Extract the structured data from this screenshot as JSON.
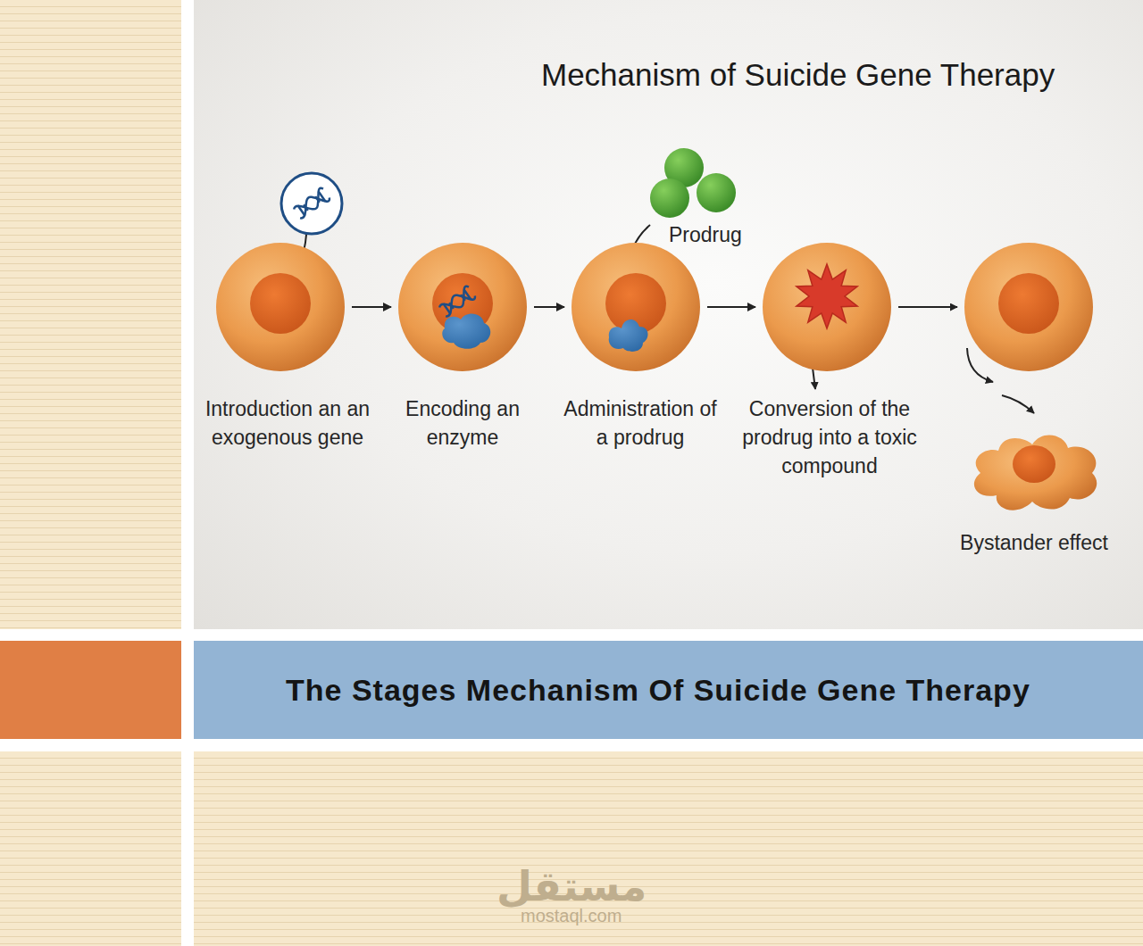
{
  "diagram": {
    "title": "Mechanism of Suicide Gene Therapy",
    "caption": "The Stages Mechanism Of Suicide Gene Therapy",
    "nodes": [
      {
        "text": [
          "Introduction an an exogenous gene"
        ]
      },
      {
        "text": [
          "Encoding an enzyme"
        ]
      },
      {
        "text": [
          "Administration of a prodrug"
        ]
      },
      {
        "text": [
          "Conversion of the prodrug into a toxic compound"
        ]
      },
      {
        "text": [
          "Bystander effect"
        ]
      }
    ],
    "edges": [
      {
        "from": 0,
        "to": 1,
        "arrow": "to"
      },
      {
        "from": 1,
        "to": 2,
        "arrow": "to"
      },
      {
        "from": 2,
        "to": 3,
        "arrow": "to"
      }
    ],
    "labels": [
      "Prodrug",
      "مستقل",
      "mostaql.com"
    ]
  }
}
